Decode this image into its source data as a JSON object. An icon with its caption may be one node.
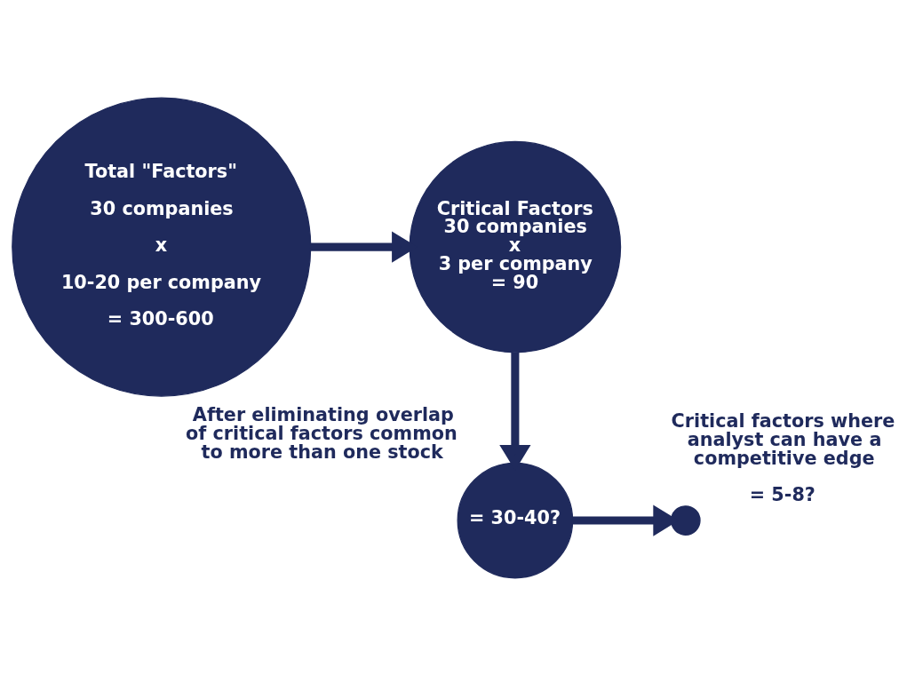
{
  "diagram": {
    "nodes": [
      {
        "text": [
          "Total \"Factors\"",
          "30 companies",
          "x",
          "10-20 per company",
          "= 300-600"
        ]
      },
      {
        "text": [
          "Critical Factors",
          "30 companies",
          "x",
          "3 per company",
          "= 90"
        ]
      },
      {
        "text": [
          "= 30-40?"
        ],
        "beside": [
          "After eliminating overlap of critical factors common to more than one stock"
        ]
      },
      {
        "text": [],
        "shape": "circle",
        "beside": [
          "Critical factors where analyst can have a competitive edge",
          "= 5-8?"
        ]
      }
    ],
    "edges": [
      {
        "from": 0,
        "to": 1,
        "arrow": "to"
      },
      {
        "from": 1,
        "to": 2,
        "arrow": "to"
      },
      {
        "from": 2,
        "to": 3,
        "arrow": "to"
      }
    ]
  }
}
